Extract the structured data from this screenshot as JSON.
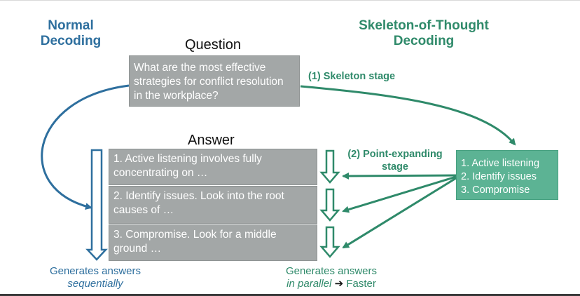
{
  "headings": {
    "normal_line1": "Normal",
    "normal_line2": "Decoding",
    "sot_line1": "Skeleton-of-Thought",
    "sot_line2": "Decoding"
  },
  "question": {
    "label": "Question",
    "text": "What are the most effective strategies for conflict resolution in the workplace?"
  },
  "answer": {
    "label": "Answer",
    "items": [
      "1. Active listening involves fully concentrating on …",
      "2. Identify issues. Look into the root causes of …",
      "3. Compromise. Look for a middle ground …"
    ]
  },
  "skeleton": {
    "stage_label": "(1) Skeleton stage",
    "items": [
      "1. Active listening",
      "2. Identify issues",
      "3. Compromise"
    ]
  },
  "point_expanding": {
    "label_line1": "(2) Point-expanding",
    "label_line2": "stage"
  },
  "captions": {
    "left_line1": "Generates answers",
    "left_line2": "sequentially",
    "right_line1": "Generates answers",
    "right_line2_italic": "in parallel",
    "right_arrow": "➔",
    "right_line2_rest": "Faster"
  },
  "colors": {
    "blue": "#2e6f9e",
    "green": "#2f8a6a",
    "box_gray": "#a3a7a7",
    "skeleton_green": "#5cb394"
  }
}
